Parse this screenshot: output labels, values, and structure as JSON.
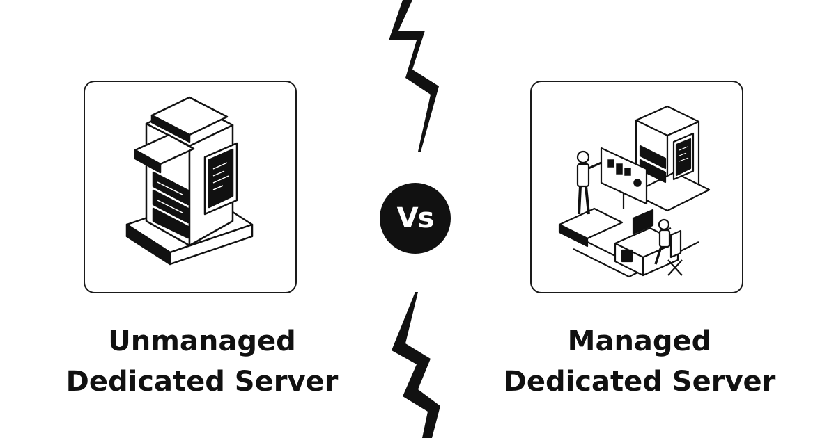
{
  "left_panel": {
    "illustration": "server-rack-icon",
    "title_line1": "Unmanaged",
    "title_line2": "Dedicated Server"
  },
  "right_panel": {
    "illustration": "managed-server-team-icon",
    "title_line1": "Managed",
    "title_line2": "Dedicated Server"
  },
  "vs_badge": {
    "label": "Vs"
  },
  "colors": {
    "ink": "#111111",
    "background": "#ffffff",
    "card_border": "#1a1a1a"
  }
}
